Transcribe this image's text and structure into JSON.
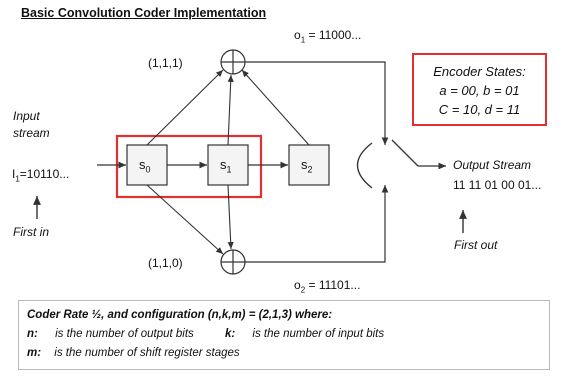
{
  "title": "Basic Convolution Coder Implementation",
  "input": {
    "label_line1": "Input",
    "label_line2": "stream",
    "sequence": "I1=10110...",
    "sequence_prefix": "I",
    "sequence_sub": "1",
    "sequence_rest": "=10110...",
    "first_in": "First in"
  },
  "registers": [
    {
      "label": "s",
      "sub": "0"
    },
    {
      "label": "s",
      "sub": "1"
    },
    {
      "label": "s",
      "sub": "2"
    }
  ],
  "taps": {
    "top": "(1,1,1)",
    "bottom": "(1,1,0)"
  },
  "outputs": {
    "o1_prefix": "o",
    "o1_sub": "1",
    "o1_value": " = 11000...",
    "o2_prefix": "o",
    "o2_sub": "2",
    "o2_value": " = 11101..."
  },
  "output_stream": {
    "label": "Output Stream",
    "bits": "11 11 01 00 01...",
    "first_out": "First out"
  },
  "encoder_states": {
    "title": "Encoder States:",
    "line1": "a = 00, b = 01",
    "line2": "C = 10, d = 11"
  },
  "coder_rate": {
    "line1": "Coder Rate  ½,  and configuration  (n,k,m) = (2,1,3) where:",
    "n_key": "n:",
    "n_desc": "is the number of output bits",
    "k_key": "k:",
    "k_desc": "is the number of input bits",
    "m_key": "m:",
    "m_desc": "is the number of shift register stages"
  },
  "colors": {
    "highlight": "#e03030",
    "line": "#333333",
    "box_border": "#b8b8b8"
  }
}
